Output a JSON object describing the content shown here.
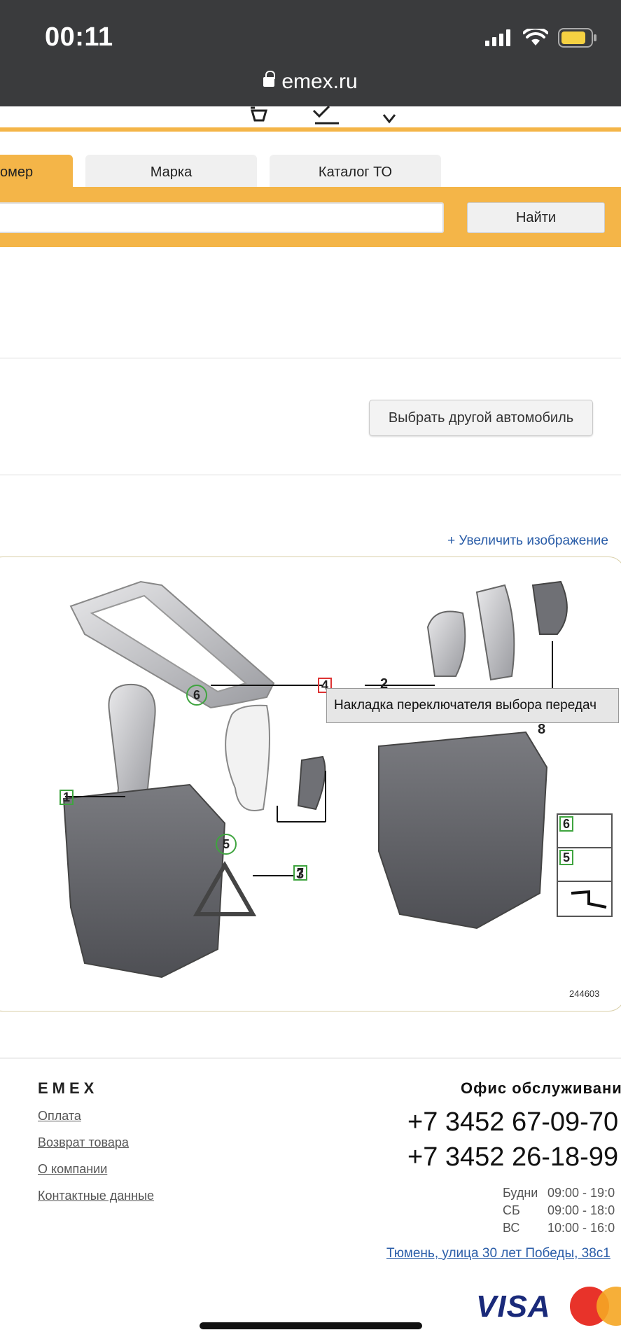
{
  "status_bar": {
    "time": "00:11",
    "url": "emex.ru",
    "battery_color": "#f5d142"
  },
  "search": {
    "tabs": [
      "омер",
      "Марка",
      "Каталог ТО"
    ],
    "input_value": "",
    "button_label": "Найти"
  },
  "vehicle": {
    "change_button": "Выбрать другой автомобиль"
  },
  "diagram": {
    "zoom_link": "+ Увеличить изображение",
    "tooltip": "Накладка переключателя выбора передач",
    "callouts": [
      "1",
      "2",
      "3",
      "4",
      "5",
      "6",
      "7",
      "8"
    ],
    "legend_callouts": [
      "6",
      "5"
    ],
    "image_id": "244603"
  },
  "footer": {
    "brand": "EMEX",
    "links": [
      "Оплата",
      "Возврат товара",
      "О компании",
      "Контактные данные"
    ],
    "office_title": "Офис обслуживани",
    "phones": [
      "+7 3452 67-09-70",
      "+7 3452 26-18-99"
    ],
    "hours": [
      {
        "day": "Будни",
        "time": "09:00 - 19:0"
      },
      {
        "day": "СБ",
        "time": "09:00 - 18:0"
      },
      {
        "day": "ВС",
        "time": "10:00 - 16:0"
      }
    ],
    "address": "Тюмень, улица 30 лет Победы, 38с1",
    "payment": {
      "visa": "VISA"
    }
  }
}
